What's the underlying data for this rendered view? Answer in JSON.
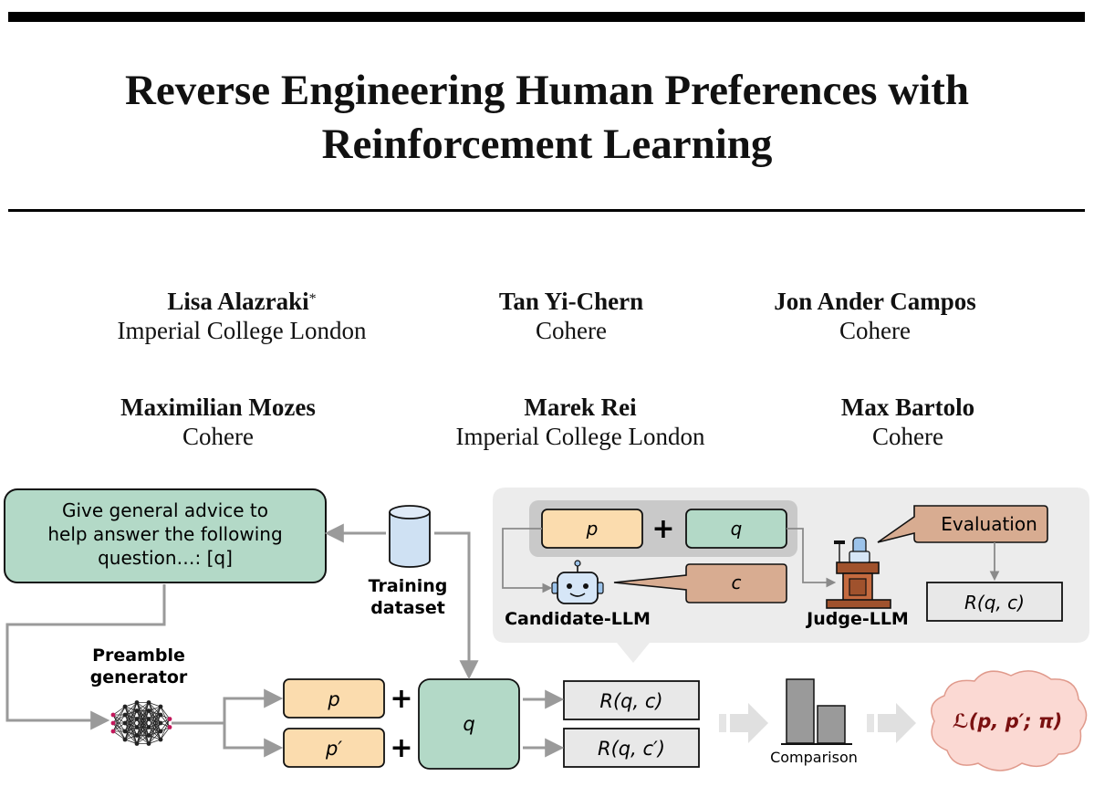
{
  "paper": {
    "title_line1": "Reverse Engineering Human Preferences with",
    "title_line2": "Reinforcement Learning",
    "authors": [
      {
        "name": "Lisa Alazraki",
        "mark": "*",
        "affiliation": "Imperial College London"
      },
      {
        "name": "Tan Yi-Chern",
        "mark": "",
        "affiliation": "Cohere"
      },
      {
        "name": "Jon Ander Campos",
        "mark": "",
        "affiliation": "Cohere"
      },
      {
        "name": "Maximilian Mozes",
        "mark": "",
        "affiliation": "Cohere"
      },
      {
        "name": "Marek Rei",
        "mark": "",
        "affiliation": "Imperial College London"
      },
      {
        "name": "Max Bartolo",
        "mark": "",
        "affiliation": "Cohere"
      }
    ]
  },
  "figure": {
    "prompt_lines": [
      "Give general advice to",
      "help answer the following",
      "question…: [q]"
    ],
    "training_dataset_lines": [
      "Training",
      "dataset"
    ],
    "preamble_generator_lines": [
      "Preamble",
      "generator"
    ],
    "p": "p",
    "p_prime": "p′",
    "plus": "+",
    "q": "q",
    "c": "c",
    "r_qc": "R(q, c)",
    "r_qc_prime": "R(q, c′)",
    "evaluation": "Evaluation",
    "candidate_llm": "Candidate-LLM",
    "judge_llm": "Judge-LLM",
    "comparison": "Comparison",
    "loss": "ℒ(p, p′; π)",
    "colors": {
      "green": "#b3d9c7",
      "peach": "#fbdcae",
      "brown": "#d8ac91",
      "grey_box": "#e8e8e8",
      "panel": "#ececec",
      "arrow": "#9a9a9a",
      "cloud": "#fbd9d3"
    }
  }
}
